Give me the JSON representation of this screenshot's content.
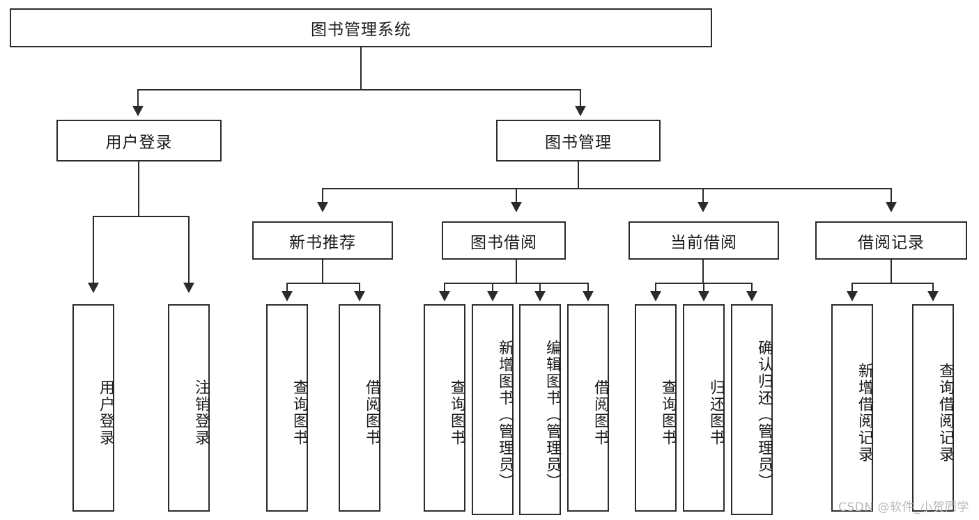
{
  "diagram": {
    "type": "tree-hierarchy-chart",
    "title_node": {
      "label": "图书管理系统"
    },
    "level2": [
      {
        "label": "用户登录"
      },
      {
        "label": "图书管理"
      }
    ],
    "level3": [
      {
        "label": "新书推荐"
      },
      {
        "label": "图书借阅"
      },
      {
        "label": "当前借阅"
      },
      {
        "label": "借阅记录"
      }
    ],
    "leaves": {
      "user_login": [
        {
          "label": "用户登录"
        },
        {
          "label": "注销登录"
        }
      ],
      "new_book_recommend": [
        {
          "label": "查询图书"
        },
        {
          "label": "借阅图书"
        }
      ],
      "book_borrow": [
        {
          "label": "查询图书"
        },
        {
          "label": "新增图书（管理员）"
        },
        {
          "label": "编辑图书（管理员）"
        },
        {
          "label": "借阅图书"
        }
      ],
      "current_borrow": [
        {
          "label": "查询图书"
        },
        {
          "label": "归还图书"
        },
        {
          "label": "确认归还（管理员）"
        }
      ],
      "borrow_record": [
        {
          "label": "新增借阅记录"
        },
        {
          "label": "查询借阅记录"
        }
      ]
    }
  },
  "watermark": {
    "text": "CSDN @软件_小贺同学"
  },
  "colors": {
    "stroke": "#2b2b2b",
    "background": "#ffffff",
    "text": "#1a1a1a",
    "watermark": "#b8b8b8"
  }
}
